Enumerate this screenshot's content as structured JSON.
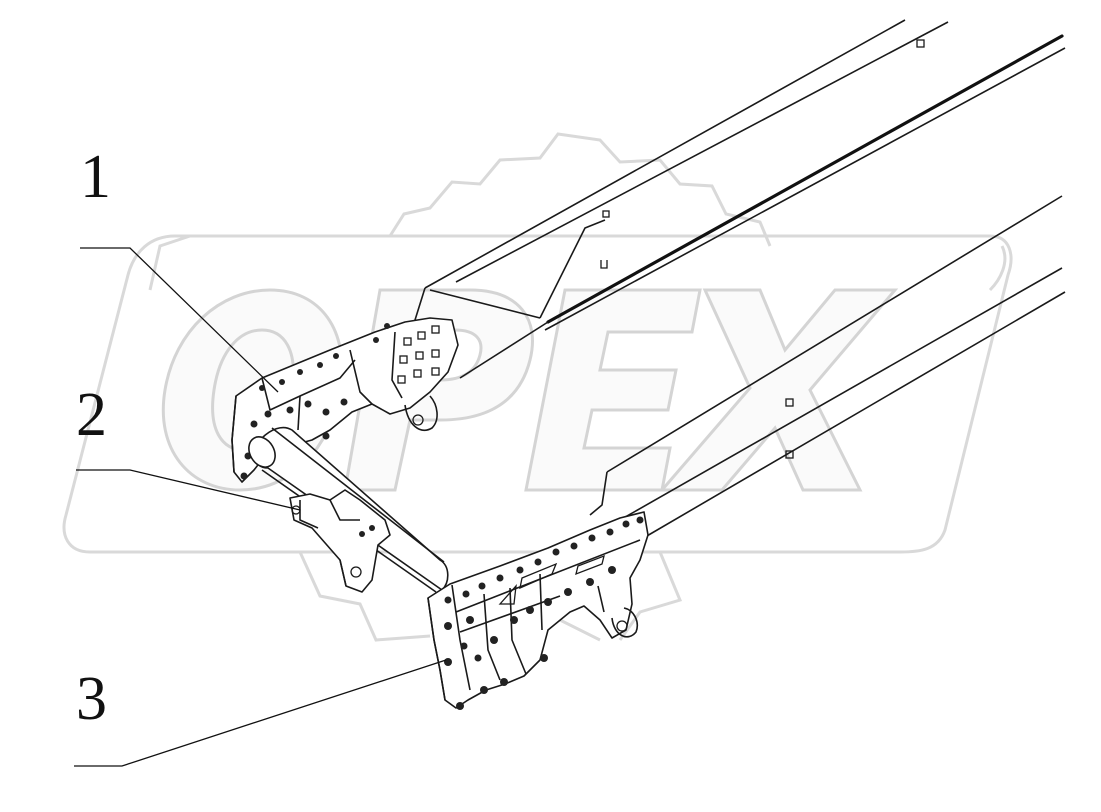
{
  "watermark": {
    "text": "OPEX",
    "gear_color": "#d9d9d9"
  },
  "callouts": [
    {
      "number": "1",
      "target": "front-bracket-left"
    },
    {
      "number": "2",
      "target": "cross-member-tube"
    },
    {
      "number": "3",
      "target": "front-bracket-right"
    }
  ],
  "colors": {
    "line": "#1a1a1a",
    "background": "#ffffff",
    "watermark": "#d4d4d4"
  }
}
